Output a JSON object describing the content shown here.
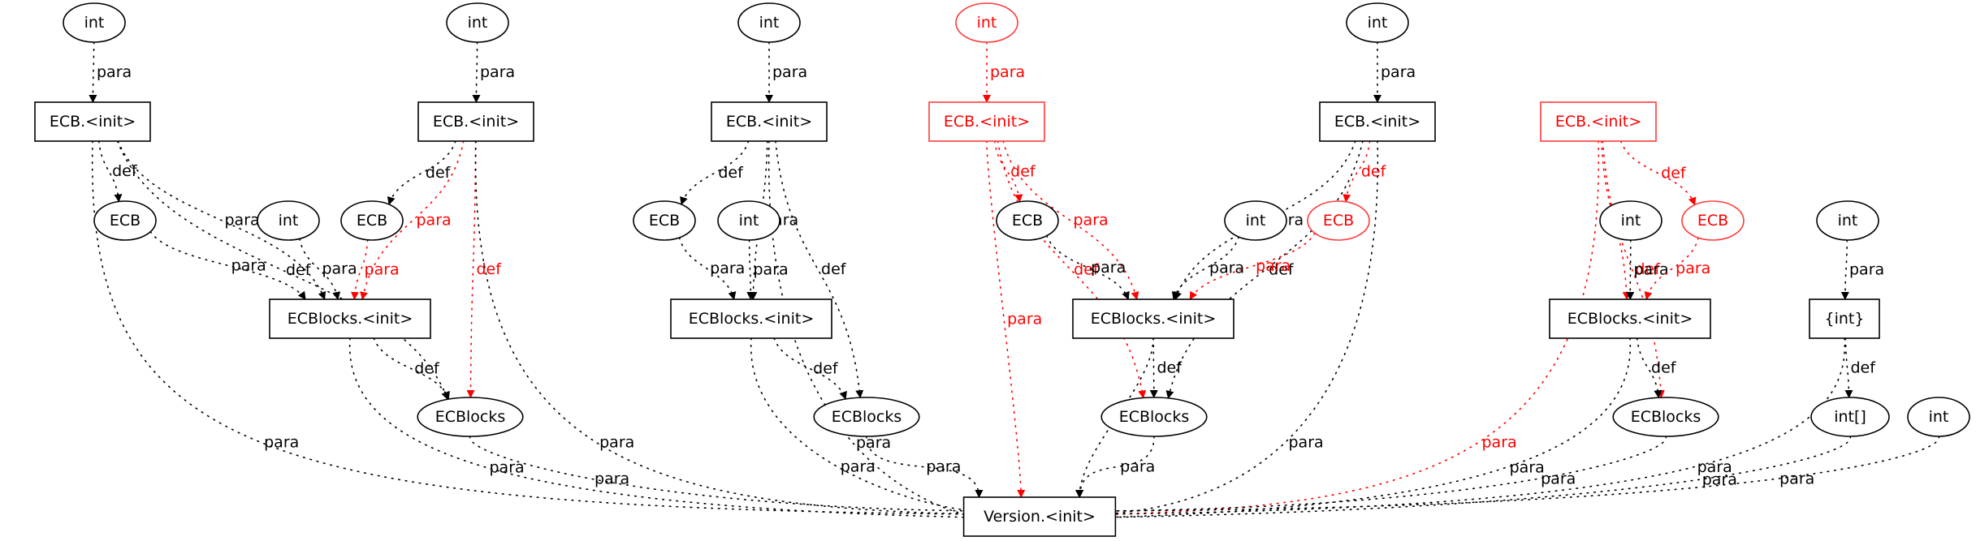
{
  "diagram": {
    "title": "",
    "colors": {
      "normal": "#000000",
      "highlight": "#ff0000",
      "highlight_border": "#ff3b3b"
    },
    "nodes": [
      {
        "id": "int_a",
        "label": "int",
        "shape": "ellipse",
        "highlight": false
      },
      {
        "id": "ecbinit_a",
        "label": "ECB.<init>",
        "shape": "box",
        "highlight": false
      },
      {
        "id": "ecb_a",
        "label": "ECB",
        "shape": "ellipse",
        "highlight": false
      },
      {
        "id": "int_b2",
        "label": "int",
        "shape": "ellipse",
        "highlight": false
      },
      {
        "id": "blkinit_a",
        "label": "ECBlocks.<init>",
        "shape": "box",
        "highlight": false
      },
      {
        "id": "blk_a",
        "label": "ECBlocks",
        "shape": "ellipse",
        "highlight": false
      },
      {
        "id": "int_b",
        "label": "int",
        "shape": "ellipse",
        "highlight": false
      },
      {
        "id": "ecbinit_b",
        "label": "ECB.<init>",
        "shape": "box",
        "highlight": false
      },
      {
        "id": "ecb_b",
        "label": "ECB",
        "shape": "ellipse",
        "highlight": false
      },
      {
        "id": "int_c",
        "label": "int",
        "shape": "ellipse",
        "highlight": false
      },
      {
        "id": "ecbinit_c",
        "label": "ECB.<init>",
        "shape": "box",
        "highlight": false
      },
      {
        "id": "ecb_c",
        "label": "ECB",
        "shape": "ellipse",
        "highlight": false
      },
      {
        "id": "int_c2",
        "label": "int",
        "shape": "ellipse",
        "highlight": false
      },
      {
        "id": "blkinit_c",
        "label": "ECBlocks.<init>",
        "shape": "box",
        "highlight": false
      },
      {
        "id": "blk_c",
        "label": "ECBlocks",
        "shape": "ellipse",
        "highlight": false
      },
      {
        "id": "int_d",
        "label": "int",
        "shape": "ellipse",
        "highlight": true
      },
      {
        "id": "ecbinit_d",
        "label": "ECB.<init>",
        "shape": "box",
        "highlight": true
      },
      {
        "id": "ecb_d",
        "label": "ECB",
        "shape": "ellipse",
        "highlight": false
      },
      {
        "id": "int_e",
        "label": "int",
        "shape": "ellipse",
        "highlight": false
      },
      {
        "id": "ecbinit_e",
        "label": "ECB.<init>",
        "shape": "box",
        "highlight": false
      },
      {
        "id": "int_e2",
        "label": "int",
        "shape": "ellipse",
        "highlight": false
      },
      {
        "id": "ecb_e",
        "label": "ECB",
        "shape": "ellipse",
        "highlight": true
      },
      {
        "id": "blkinit_e",
        "label": "ECBlocks.<init>",
        "shape": "box",
        "highlight": false
      },
      {
        "id": "blk_e",
        "label": "ECBlocks",
        "shape": "ellipse",
        "highlight": false
      },
      {
        "id": "ecbinit_f",
        "label": "ECB.<init>",
        "shape": "box",
        "highlight": true
      },
      {
        "id": "int_f2",
        "label": "int",
        "shape": "ellipse",
        "highlight": false
      },
      {
        "id": "ecb_f",
        "label": "ECB",
        "shape": "ellipse",
        "highlight": true
      },
      {
        "id": "blkinit_f",
        "label": "ECBlocks.<init>",
        "shape": "box",
        "highlight": false
      },
      {
        "id": "blk_f",
        "label": "ECBlocks",
        "shape": "ellipse",
        "highlight": false
      },
      {
        "id": "int_g",
        "label": "int",
        "shape": "ellipse",
        "highlight": false
      },
      {
        "id": "intset_g",
        "label": "{int}",
        "shape": "box",
        "highlight": false
      },
      {
        "id": "intarr_g",
        "label": "int[]",
        "shape": "ellipse",
        "highlight": false
      },
      {
        "id": "int_h",
        "label": "int",
        "shape": "ellipse",
        "highlight": false
      },
      {
        "id": "version_init",
        "label": "Version.<init>",
        "shape": "box",
        "highlight": false
      }
    ],
    "edges": [
      {
        "from": "int_a",
        "to": "ecbinit_a",
        "label": "para",
        "highlight": false
      },
      {
        "from": "ecbinit_a",
        "to": "ecb_a",
        "label": "def",
        "highlight": false
      },
      {
        "from": "ecbinit_a",
        "to": "blkinit_a",
        "label": "para",
        "highlight": false
      },
      {
        "from": "ecbinit_a",
        "to": "blk_a",
        "label": "def",
        "highlight": false
      },
      {
        "from": "ecbinit_a",
        "to": "version_init",
        "label": "para",
        "highlight": false
      },
      {
        "from": "ecb_a",
        "to": "blkinit_a",
        "label": "para",
        "highlight": false
      },
      {
        "from": "int_b2",
        "to": "blkinit_a",
        "label": "para",
        "highlight": false
      },
      {
        "from": "blkinit_a",
        "to": "blk_a",
        "label": "def",
        "highlight": false
      },
      {
        "from": "blkinit_a",
        "to": "version_init",
        "label": "para",
        "highlight": false
      },
      {
        "from": "blk_a",
        "to": "version_init",
        "label": "para",
        "highlight": false
      },
      {
        "from": "int_b",
        "to": "ecbinit_b",
        "label": "para",
        "highlight": false
      },
      {
        "from": "ecbinit_b",
        "to": "ecb_b",
        "label": "def",
        "highlight": false
      },
      {
        "from": "ecbinit_b",
        "to": "blkinit_a",
        "label": "para",
        "highlight": true
      },
      {
        "from": "ecbinit_b",
        "to": "blk_a",
        "label": "def",
        "highlight": true
      },
      {
        "from": "ecbinit_b",
        "to": "version_init",
        "label": "para",
        "highlight": false
      },
      {
        "from": "ecb_b",
        "to": "blkinit_a",
        "label": "para",
        "highlight": true
      },
      {
        "from": "int_c",
        "to": "ecbinit_c",
        "label": "para",
        "highlight": false
      },
      {
        "from": "ecbinit_c",
        "to": "ecb_c",
        "label": "def",
        "highlight": false
      },
      {
        "from": "ecbinit_c",
        "to": "blkinit_c",
        "label": "para",
        "highlight": false
      },
      {
        "from": "ecbinit_c",
        "to": "blk_c",
        "label": "def",
        "highlight": false
      },
      {
        "from": "ecbinit_c",
        "to": "version_init",
        "label": "para",
        "highlight": false
      },
      {
        "from": "ecb_c",
        "to": "blkinit_c",
        "label": "para",
        "highlight": false
      },
      {
        "from": "int_c2",
        "to": "blkinit_c",
        "label": "para",
        "highlight": false
      },
      {
        "from": "blkinit_c",
        "to": "blk_c",
        "label": "def",
        "highlight": false
      },
      {
        "from": "blkinit_c",
        "to": "version_init",
        "label": "para",
        "highlight": false
      },
      {
        "from": "blk_c",
        "to": "version_init",
        "label": "para",
        "highlight": false
      },
      {
        "from": "int_d",
        "to": "ecbinit_d",
        "label": "para",
        "highlight": true
      },
      {
        "from": "ecbinit_d",
        "to": "ecb_d",
        "label": "def",
        "highlight": true
      },
      {
        "from": "ecbinit_d",
        "to": "blkinit_e",
        "label": "para",
        "highlight": true
      },
      {
        "from": "ecbinit_d",
        "to": "blk_e",
        "label": "def",
        "highlight": true
      },
      {
        "from": "ecbinit_d",
        "to": "version_init",
        "label": "para",
        "highlight": true
      },
      {
        "from": "ecb_d",
        "to": "blkinit_e",
        "label": "para",
        "highlight": false
      },
      {
        "from": "int_e",
        "to": "ecbinit_e",
        "label": "para",
        "highlight": false
      },
      {
        "from": "ecbinit_e",
        "to": "ecb_e",
        "label": "def",
        "highlight": true
      },
      {
        "from": "ecbinit_e",
        "to": "blkinit_e",
        "label": "para",
        "highlight": false
      },
      {
        "from": "ecbinit_e",
        "to": "blk_e",
        "label": "def",
        "highlight": false
      },
      {
        "from": "ecbinit_e",
        "to": "version_init",
        "label": "para",
        "highlight": false
      },
      {
        "from": "int_e2",
        "to": "blkinit_e",
        "label": "para",
        "highlight": false
      },
      {
        "from": "ecb_e",
        "to": "blkinit_e",
        "label": "para",
        "highlight": true
      },
      {
        "from": "blkinit_e",
        "to": "blk_e",
        "label": "def",
        "highlight": false
      },
      {
        "from": "blkinit_e",
        "to": "version_init",
        "label": "para",
        "highlight": false
      },
      {
        "from": "blk_e",
        "to": "version_init",
        "label": "para",
        "highlight": false
      },
      {
        "from": "ecbinit_f",
        "to": "ecb_f",
        "label": "def",
        "highlight": true
      },
      {
        "from": "ecbinit_f",
        "to": "blkinit_f",
        "label": "para",
        "highlight": true
      },
      {
        "from": "ecbinit_f",
        "to": "blk_f",
        "label": "def",
        "highlight": true
      },
      {
        "from": "ecbinit_f",
        "to": "version_init",
        "label": "para",
        "highlight": true
      },
      {
        "from": "int_f2",
        "to": "blkinit_f",
        "label": "para",
        "highlight": false
      },
      {
        "from": "ecb_f",
        "to": "blkinit_f",
        "label": "para",
        "highlight": true
      },
      {
        "from": "blkinit_f",
        "to": "blk_f",
        "label": "def",
        "highlight": false
      },
      {
        "from": "blkinit_f",
        "to": "version_init",
        "label": "para",
        "highlight": false
      },
      {
        "from": "blk_f",
        "to": "version_init",
        "label": "para",
        "highlight": false
      },
      {
        "from": "int_g",
        "to": "intset_g",
        "label": "para",
        "highlight": false
      },
      {
        "from": "intset_g",
        "to": "intarr_g",
        "label": "def",
        "highlight": false
      },
      {
        "from": "intset_g",
        "to": "version_init",
        "label": "para",
        "highlight": false
      },
      {
        "from": "intarr_g",
        "to": "version_init",
        "label": "para",
        "highlight": false
      },
      {
        "from": "int_h",
        "to": "version_init",
        "label": "para",
        "highlight": false
      }
    ]
  }
}
